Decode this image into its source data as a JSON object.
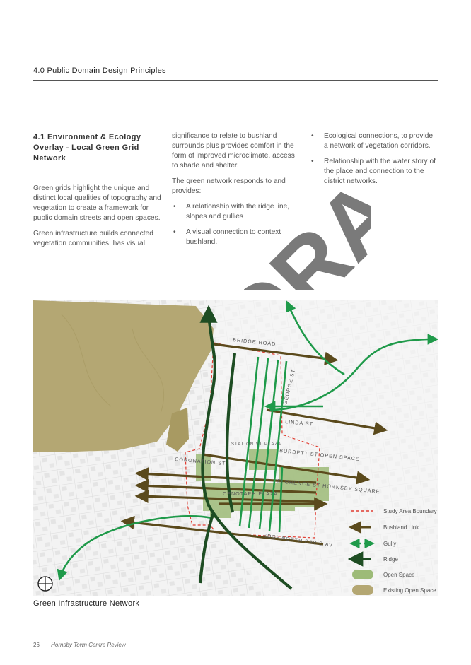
{
  "section_heading": "4.0 Public Domain Design Principles",
  "subsection_heading": "4.1 Environment & Ecology Overlay - Local Green Grid Network",
  "col1": [
    "Green grids highlight the unique and distinct local qualities of topography and vegetation to create a framework for public domain streets and open spaces.",
    "Green infrastructure builds connected vegetation communities, has visual"
  ],
  "col2": {
    "p1": "significance to relate to bushland surrounds plus provides comfort in the form of improved microclimate, access to shade and shelter.",
    "p2": "The green network responds to and provides:",
    "bullets": [
      "A relationship with the ridge line, slopes and gullies",
      "A visual connection to context bushland."
    ]
  },
  "col3": {
    "bullets": [
      "Ecological connections, to provide a network of vegetation corridors.",
      "Relationship with the water story of the place and connection to the district networks."
    ]
  },
  "watermark": "DRAFT",
  "map": {
    "street_labels": {
      "bridge": "BRIDGE ROAD",
      "george": "GEORGE ST",
      "linda": "LINDA ST",
      "station": "STATION ST PLAZA",
      "burdett": "BURDETT ST OPEN SPACE",
      "coronation": "CORONATION ST",
      "florence": "FLORENCE ST HORNSBY SQUARE",
      "cenotaph": "CENOTAPH PLAZA",
      "edgeworth": "EDGEWORTH DAVID AV"
    },
    "legend": [
      {
        "label": "Study Area Boundary",
        "color": "#e03c31"
      },
      {
        "label": "Bushland Link",
        "color": "#5b4a1c"
      },
      {
        "label": "Gully",
        "color": "#1f9a4a"
      },
      {
        "label": "Ridge",
        "color": "#1e4d23"
      },
      {
        "label": "Open Space",
        "color": "#9dbb78"
      },
      {
        "label": "Existing Open Space",
        "color": "#b4a773"
      }
    ],
    "compass_icon": "north-compass-icon"
  },
  "figure_caption": "Green Infrastructure Network",
  "footer": {
    "page_number": "26",
    "document_title": "Hornsby Town Centre Review"
  }
}
